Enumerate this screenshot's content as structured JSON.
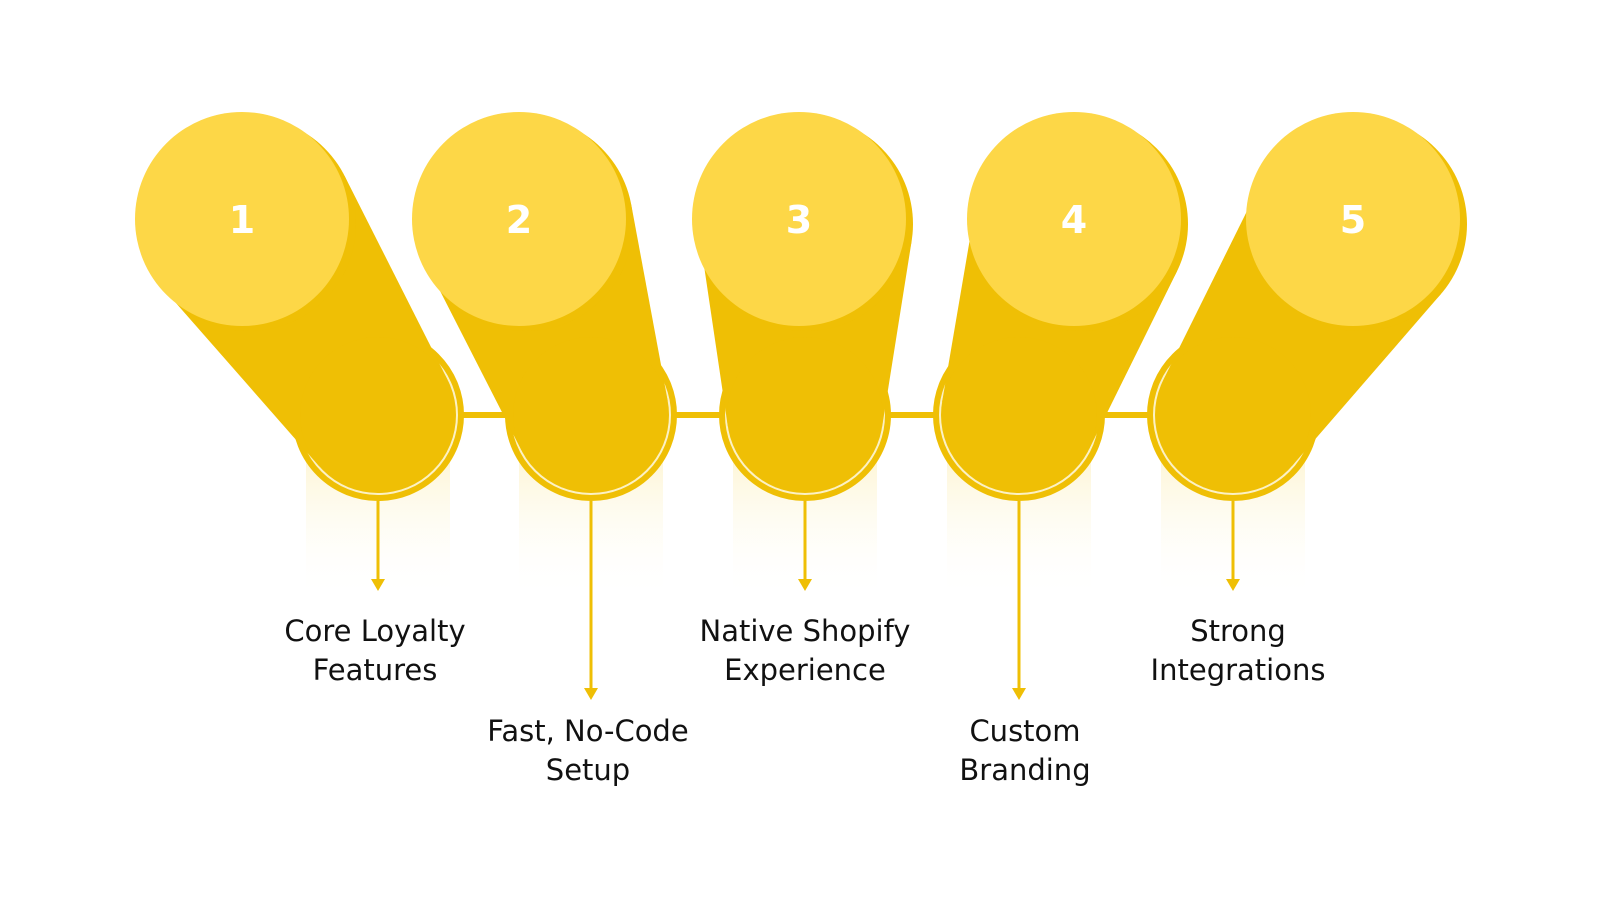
{
  "colors": {
    "cylinder_top": "#FDD747",
    "cylinder_body": "#EFBF05",
    "connector": "#EFBF05",
    "ring_inner": "#FCF1C4",
    "label_text": "#111111"
  },
  "steps": [
    {
      "number": "1",
      "label_lines": [
        "Core Loyalty",
        "Features"
      ]
    },
    {
      "number": "2",
      "label_lines": [
        "Fast, No-Code",
        "Setup"
      ]
    },
    {
      "number": "3",
      "label_lines": [
        "Native Shopify",
        "Experience"
      ]
    },
    {
      "number": "4",
      "label_lines": [
        "Custom",
        "Branding"
      ]
    },
    {
      "number": "5",
      "label_lines": [
        "Strong",
        "Integrations"
      ]
    }
  ]
}
